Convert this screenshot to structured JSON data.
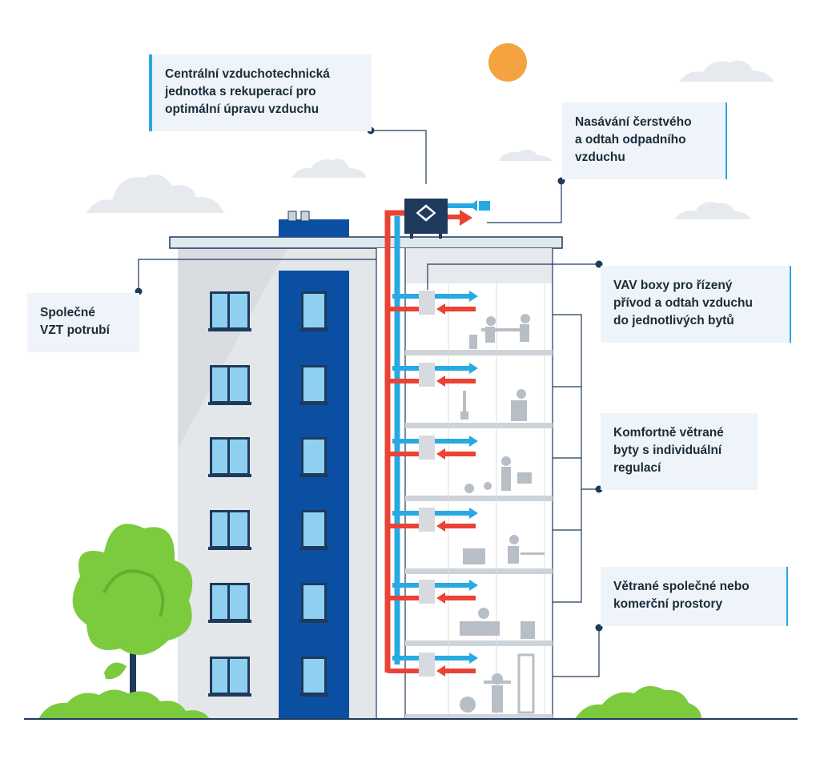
{
  "callouts": {
    "central_unit": "Centrální vzduchotechnická\njednotka s rekuperací pro\noptimální úpravu vzduchu",
    "fresh_air": "Nasávání čerstvého\na odtah odpadního\nvzduchu",
    "shared_duct": "Společné\nVZT potrubí",
    "vav_boxes": "VAV boxy pro řízený\npřívod a odtah vzduchu\ndo jednotlivých bytů",
    "comfort_flats": "Komfortně větrané\nbyty s individuální\nregulací",
    "commercial": "Větrané společné nebo\nkomerční prostory"
  },
  "colors": {
    "supply_blue": "#29a9e1",
    "exhaust_red": "#ea4335",
    "building_navy": "#0b4fa3",
    "sun_orange": "#f4a340",
    "tree_green": "#7ccb3f",
    "cloud_grey": "#e6eaee",
    "callout_bg": "#eef4f9",
    "text_dark": "#1c2b3a"
  },
  "icons": [
    "sun-icon",
    "cloud-icon",
    "tree-icon",
    "bush-icon",
    "window-icon",
    "vav-box-icon",
    "ahu-unit-icon",
    "person-icon"
  ]
}
